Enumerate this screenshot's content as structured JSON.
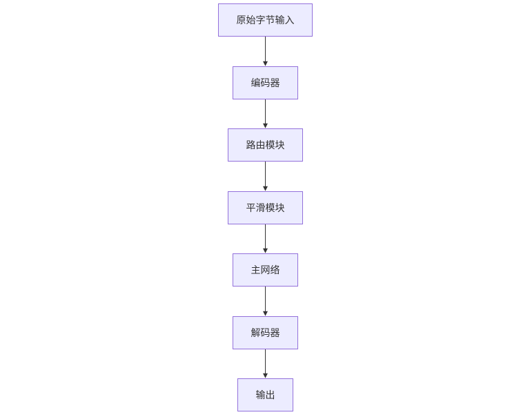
{
  "flow": {
    "nodes": [
      {
        "id": "raw-bytes-input",
        "label": "原始字节输入"
      },
      {
        "id": "encoder",
        "label": "编码器"
      },
      {
        "id": "routing-module",
        "label": "路由模块"
      },
      {
        "id": "smoothing-module",
        "label": "平滑模块"
      },
      {
        "id": "main-network",
        "label": "主网络"
      },
      {
        "id": "decoder",
        "label": "解码器"
      },
      {
        "id": "output",
        "label": "输出"
      }
    ],
    "edges": [
      {
        "from": 0,
        "to": 1
      },
      {
        "from": 1,
        "to": 2
      },
      {
        "from": 2,
        "to": 3
      },
      {
        "from": 3,
        "to": 4
      },
      {
        "from": 4,
        "to": 5
      },
      {
        "from": 5,
        "to": 6
      }
    ]
  },
  "colors": {
    "node_fill": "#ECECFF",
    "node_border": "#9370DB",
    "text": "#333333",
    "edge": "#333333"
  }
}
